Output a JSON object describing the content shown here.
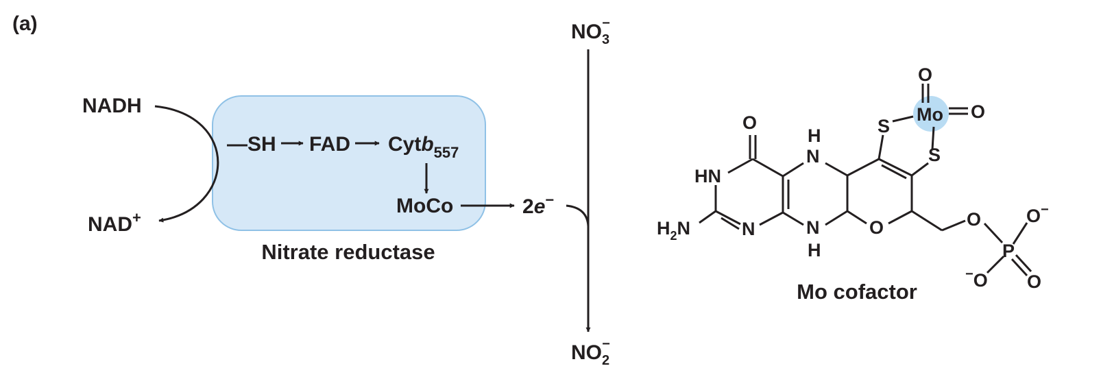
{
  "panel_label": "(a)",
  "colors": {
    "box_fill": "#d6e8f7",
    "box_stroke": "#8fc1e6",
    "mo_highlight": "#b9dcf3",
    "ink": "#231f20"
  },
  "pathway": {
    "nadh": "NADH",
    "nad_plus": {
      "base": "NAD",
      "sup": "+"
    },
    "sh": "—SH",
    "fad": "FAD",
    "cytb": {
      "prefix": "Cyt",
      "italic": "b",
      "sub": "557"
    },
    "moco": "MoCo",
    "electrons": {
      "coef": "2",
      "italic": "e",
      "sup": "−"
    },
    "enzyme_label": "Nitrate reductase"
  },
  "nitrate": {
    "base": "NO",
    "sub": "3",
    "sup": "−"
  },
  "nitrite": {
    "base": "NO",
    "sub": "2",
    "sup": "−"
  },
  "cofactor": {
    "caption": "Mo cofactor",
    "atoms": {
      "o_top": "O",
      "hn": "HN",
      "h2n_H": "H",
      "h2n_2": "2",
      "h2n_N": "N",
      "n_low": "N",
      "n_top": "N",
      "h_top": "H",
      "n_bot": "N",
      "h_bot": "H",
      "o_ring": "O",
      "s1": "S",
      "s2": "S",
      "mo": "Mo",
      "mo_o_top": "O",
      "mo_o_right": "O",
      "o_link": "O",
      "p": "P",
      "o_right": "O",
      "o_right_sup": "−",
      "o_left": "O",
      "o_left_sup": "−",
      "o_br": "O"
    }
  }
}
